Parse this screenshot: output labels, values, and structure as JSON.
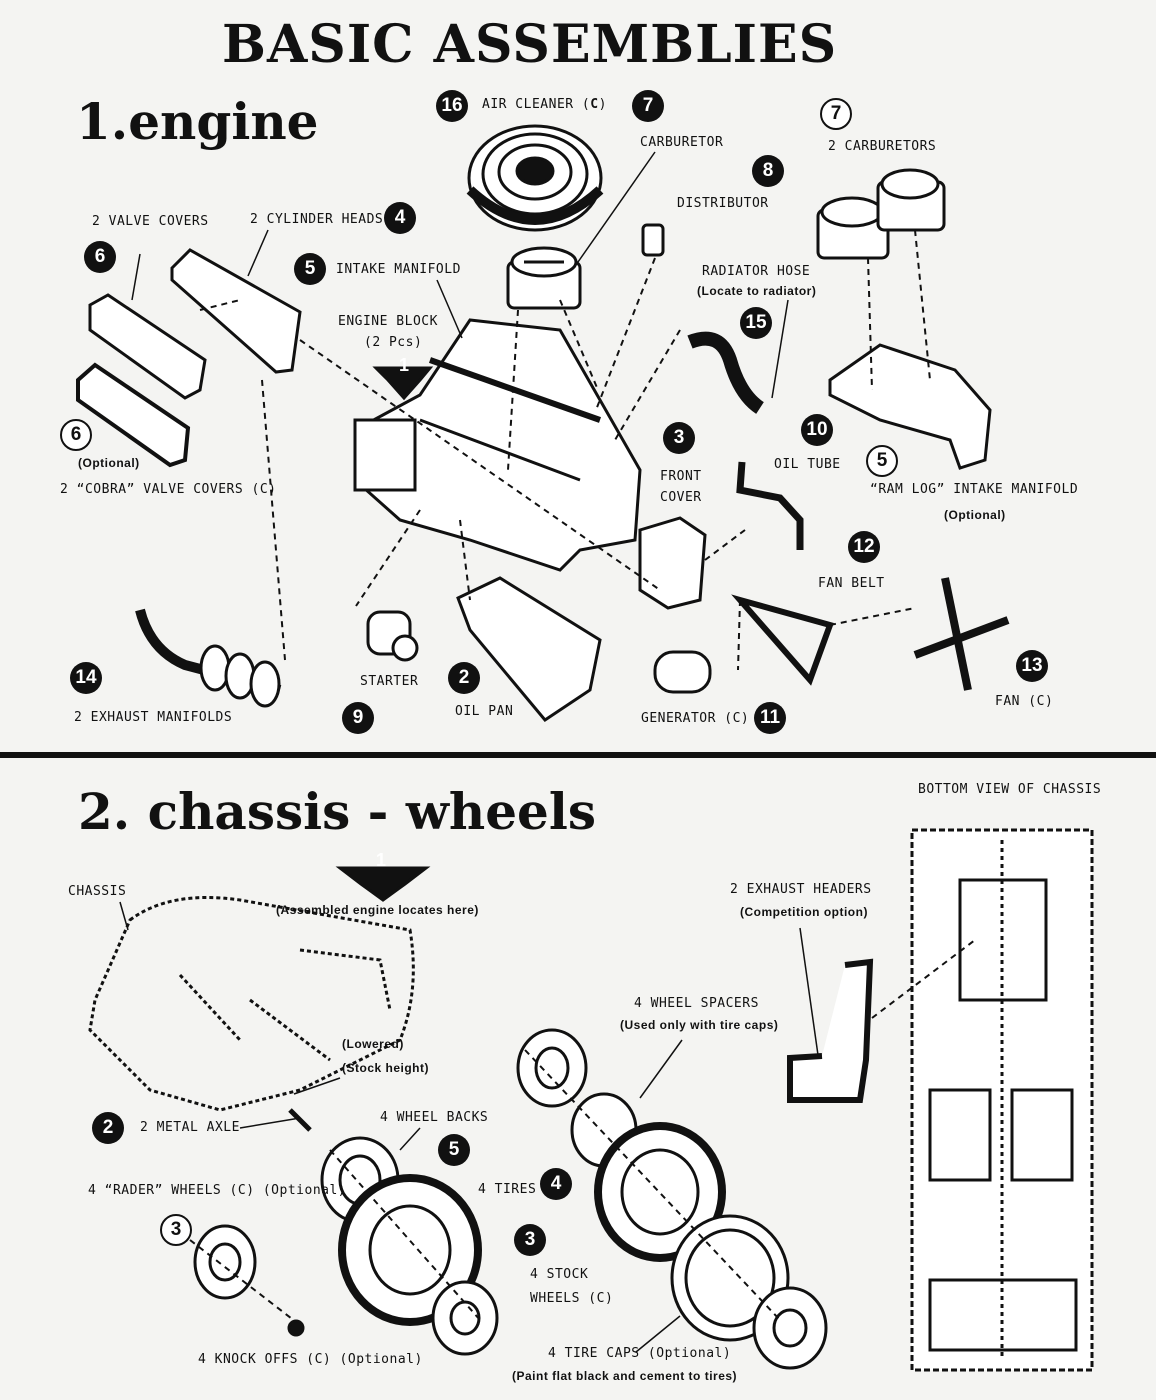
{
  "title": "BASIC ASSEMBLIES",
  "sections": {
    "engine": {
      "number": "1.",
      "name": "engine",
      "parts": [
        {
          "num": "16",
          "style": "filled",
          "label": "AIR CLEANER (",
          "code": "C",
          ")": ")"
        },
        {
          "num": "7",
          "style": "filled",
          "label": "CARBURETOR"
        },
        {
          "num": "7",
          "style": "outline",
          "label": "2 CARBURETORS"
        },
        {
          "num": "8",
          "style": "filled",
          "label": "DISTRIBUTOR"
        },
        {
          "num": "4",
          "style": "filled",
          "label": "2 CYLINDER HEADS"
        },
        {
          "num": "6",
          "style": "filled",
          "label": "2 VALVE COVERS"
        },
        {
          "num": "5",
          "style": "filled",
          "label": "INTAKE MANIFOLD"
        },
        {
          "num": "1",
          "style": "arrow",
          "label": "ENGINE BLOCK",
          "sub": "(2 Pcs)"
        },
        {
          "num": "15",
          "style": "filled",
          "label": "RADIATOR HOSE",
          "sub": "(Locate to radiator)"
        },
        {
          "num": "6",
          "style": "outline",
          "label": "(Optional)",
          "sub": "2 “COBRA” VALVE COVERS (C)"
        },
        {
          "num": "3",
          "style": "filled",
          "label": "FRONT",
          "sub": "COVER"
        },
        {
          "num": "10",
          "style": "filled",
          "label": "OIL TUBE"
        },
        {
          "num": "5",
          "style": "outline",
          "label": "“RAM LOG” INTAKE MANIFOLD",
          "sub": "(Optional)"
        },
        {
          "num": "12",
          "style": "filled",
          "label": "FAN BELT"
        },
        {
          "num": "13",
          "style": "filled",
          "label": "FAN (C)"
        },
        {
          "num": "14",
          "style": "filled",
          "label": "2 EXHAUST MANIFOLDS"
        },
        {
          "num": "9",
          "style": "filled",
          "label": "STARTER"
        },
        {
          "num": "2",
          "style": "filled",
          "label": "OIL PAN"
        },
        {
          "num": "11",
          "style": "filled",
          "label": "GENERATOR (C)"
        }
      ]
    },
    "chassis": {
      "number": "2.",
      "name": "chassis - wheels",
      "bottom_view": "BOTTOM VIEW OF CHASSIS",
      "chassis_label": "CHASSIS",
      "engine_locates": "(Assembled engine locates here)",
      "arrow_num": "1",
      "exhaust_headers": "2 EXHAUST HEADERS",
      "exhaust_headers_sub": "(Competition option)",
      "wheel_spacers": "4 WHEEL SPACERS",
      "wheel_spacers_sub": "(Used only with tire caps)",
      "lowered": "(Lowered)",
      "stock_height": "(Stock height)",
      "axle_num": "2",
      "axle": "2 METAL AXLE",
      "wheel_backs": "4 WHEEL BACKS",
      "wheel_backs_num": "5",
      "rader_wheels": "4 “RADER” WHEELS (C) (Optional)",
      "rader_num": "3",
      "tires": "4 TIRES",
      "tires_num": "4",
      "stock_num": "3",
      "stock_wheels_1": "4 STOCK",
      "stock_wheels_2": "WHEELS (C)",
      "knock_offs": "4 KNOCK OFFS (C) (Optional)",
      "tire_caps": "4 TIRE CAPS (Optional)",
      "tire_caps_sub": "(Paint flat black and cement to tires)"
    }
  }
}
